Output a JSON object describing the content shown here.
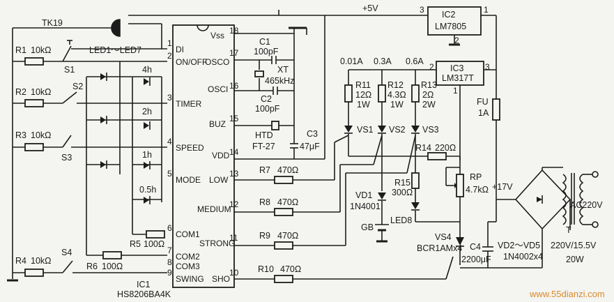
{
  "ic1": {
    "name": "IC1",
    "part": "HS8206BA4K",
    "pins_left": [
      {
        "num": "1",
        "label": "DI"
      },
      {
        "num": "2",
        "label": "ON/OFF"
      },
      {
        "num": "3",
        "label": "TIMER"
      },
      {
        "num": "4",
        "label": "SPEED"
      },
      {
        "num": "5",
        "label": "MODE"
      },
      {
        "num": "6",
        "label": "COM1"
      },
      {
        "num": "7",
        "label": "COM2"
      },
      {
        "num": "8",
        "label": "COM3"
      },
      {
        "num": "9",
        "label": "SWING"
      }
    ],
    "pins_right": [
      {
        "num": "18",
        "label": "Vss"
      },
      {
        "num": "17",
        "label": "OSCO"
      },
      {
        "num": "16",
        "label": "OSCI"
      },
      {
        "num": "15",
        "label": "BUZ"
      },
      {
        "num": "14",
        "label": "VDD"
      },
      {
        "num": "13",
        "label": "LOW"
      },
      {
        "num": "12",
        "label": "MEDIUM"
      },
      {
        "num": "11",
        "label": "STRONG"
      },
      {
        "num": "10",
        "label": "SHO"
      }
    ]
  },
  "ic2": {
    "name": "IC2",
    "part": "LM7805",
    "pin1": "1",
    "pin2": "2",
    "pin3": "3"
  },
  "ic3": {
    "name": "IC3",
    "part": "LM317T",
    "pin1": "1",
    "pin2": "2",
    "pin3": "3"
  },
  "rail": {
    "v5": "+5V",
    "v17": "+17V"
  },
  "receiver": "TK19",
  "leds": {
    "group": "LED1～LED7",
    "timer": [
      "4h",
      "2h",
      "1h",
      "0.5h"
    ],
    "led8": "LED8"
  },
  "switches": [
    "S1",
    "S2",
    "S3",
    "S4"
  ],
  "input_resistors": [
    {
      "name": "R1",
      "value": "10kΩ"
    },
    {
      "name": "R2",
      "value": "10kΩ"
    },
    {
      "name": "R3",
      "value": "10kΩ"
    },
    {
      "name": "R4",
      "value": "10kΩ"
    }
  ],
  "com_resistors": [
    {
      "name": "R5",
      "value": "100Ω"
    },
    {
      "name": "R6",
      "value": "100Ω"
    }
  ],
  "crystal": {
    "c1_name": "C1",
    "c1_value": "100pF",
    "xt_name": "XT",
    "xt_value": "465kHz",
    "c2_name": "C2",
    "c2_value": "100pF"
  },
  "buzzer": {
    "name": "HTD",
    "part": "FT-27"
  },
  "c3": {
    "name": "C3",
    "value": "47μF"
  },
  "gate_resistors": [
    {
      "name": "R7",
      "value": "470Ω"
    },
    {
      "name": "R8",
      "value": "470Ω"
    },
    {
      "name": "R9",
      "value": "470Ω"
    },
    {
      "name": "R10",
      "value": "470Ω"
    }
  ],
  "currents": [
    "0.01A",
    "0.3A",
    "0.6A"
  ],
  "shunts": [
    {
      "name": "R11",
      "value": "12Ω",
      "power": "1W"
    },
    {
      "name": "R12",
      "value": "4.3Ω",
      "power": "1W"
    },
    {
      "name": "R13",
      "value": "2Ω",
      "power": "2W"
    }
  ],
  "triacs": [
    "VS1",
    "VS2",
    "VS3"
  ],
  "vs4": {
    "name": "VS4",
    "part": "BCR1AMx4"
  },
  "r14": {
    "name": "R14",
    "value": "220Ω"
  },
  "r15": {
    "name": "R15",
    "value": "300Ω"
  },
  "rp": {
    "name": "RP",
    "value": "4.7kΩ"
  },
  "vd1": {
    "name": "VD1",
    "part": "1N4001"
  },
  "gb": "GB",
  "fuse": {
    "name": "FU",
    "value": "1A"
  },
  "c4": {
    "name": "C4",
    "value": "2200μF"
  },
  "bridge": {
    "name": "VD2～VD5",
    "part": "1N4002x4"
  },
  "transformer": {
    "name": "T",
    "ratio": "220V/15.5V",
    "power": "20W"
  },
  "mains": "AC220V",
  "watermark": "www.55dianzi.com"
}
